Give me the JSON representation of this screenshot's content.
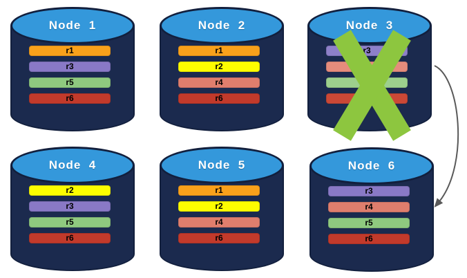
{
  "diagram": {
    "background": "#ffffff",
    "cylinder": {
      "top_fill": "#3498DB",
      "body_fill": "#1B2A4E",
      "outline": "#121F3D"
    },
    "failure_cross": {
      "color": "#8DC63F",
      "on_node": "Node  3"
    },
    "arrow": {
      "color": "#595959",
      "from": "Node  3",
      "to": "Node  6"
    },
    "nodes": [
      {
        "title": "Node  1",
        "rows": [
          {
            "label": "r1",
            "color": "#F9A11B"
          },
          {
            "label": "r3",
            "color": "#8979C6"
          },
          {
            "label": "r5",
            "color": "#8FC97F"
          },
          {
            "label": "r6",
            "color": "#C23A2B"
          }
        ]
      },
      {
        "title": "Node  2",
        "rows": [
          {
            "label": "r1",
            "color": "#F9A11B"
          },
          {
            "label": "r2",
            "color": "#FDFD00"
          },
          {
            "label": "r4",
            "color": "#DF7E6D"
          },
          {
            "label": "r6",
            "color": "#C23A2B"
          }
        ]
      },
      {
        "title": "Node  3",
        "rows": [
          {
            "label": "r3",
            "color": "#8E80C9"
          },
          {
            "label": "",
            "color": "#E58C7C"
          },
          {
            "label": "",
            "color": "#9DD08D"
          },
          {
            "label": "",
            "color": "#CB4836"
          }
        ]
      },
      {
        "title": "Node  4",
        "rows": [
          {
            "label": "r2",
            "color": "#FDFD00"
          },
          {
            "label": "r3",
            "color": "#8979C6"
          },
          {
            "label": "r5",
            "color": "#8FC97F"
          },
          {
            "label": "r6",
            "color": "#C23A2B"
          }
        ]
      },
      {
        "title": "Node  5",
        "rows": [
          {
            "label": "r1",
            "color": "#F9A11B"
          },
          {
            "label": "r2",
            "color": "#FDFD00"
          },
          {
            "label": "r4",
            "color": "#DF7E6D"
          },
          {
            "label": "r6",
            "color": "#C23A2B"
          }
        ]
      },
      {
        "title": "Node  6",
        "rows": [
          {
            "label": "r3",
            "color": "#8979C6"
          },
          {
            "label": "r4",
            "color": "#DF7E6D"
          },
          {
            "label": "r5",
            "color": "#8FC97F"
          },
          {
            "label": "r6",
            "color": "#C23A2B"
          }
        ]
      }
    ]
  }
}
